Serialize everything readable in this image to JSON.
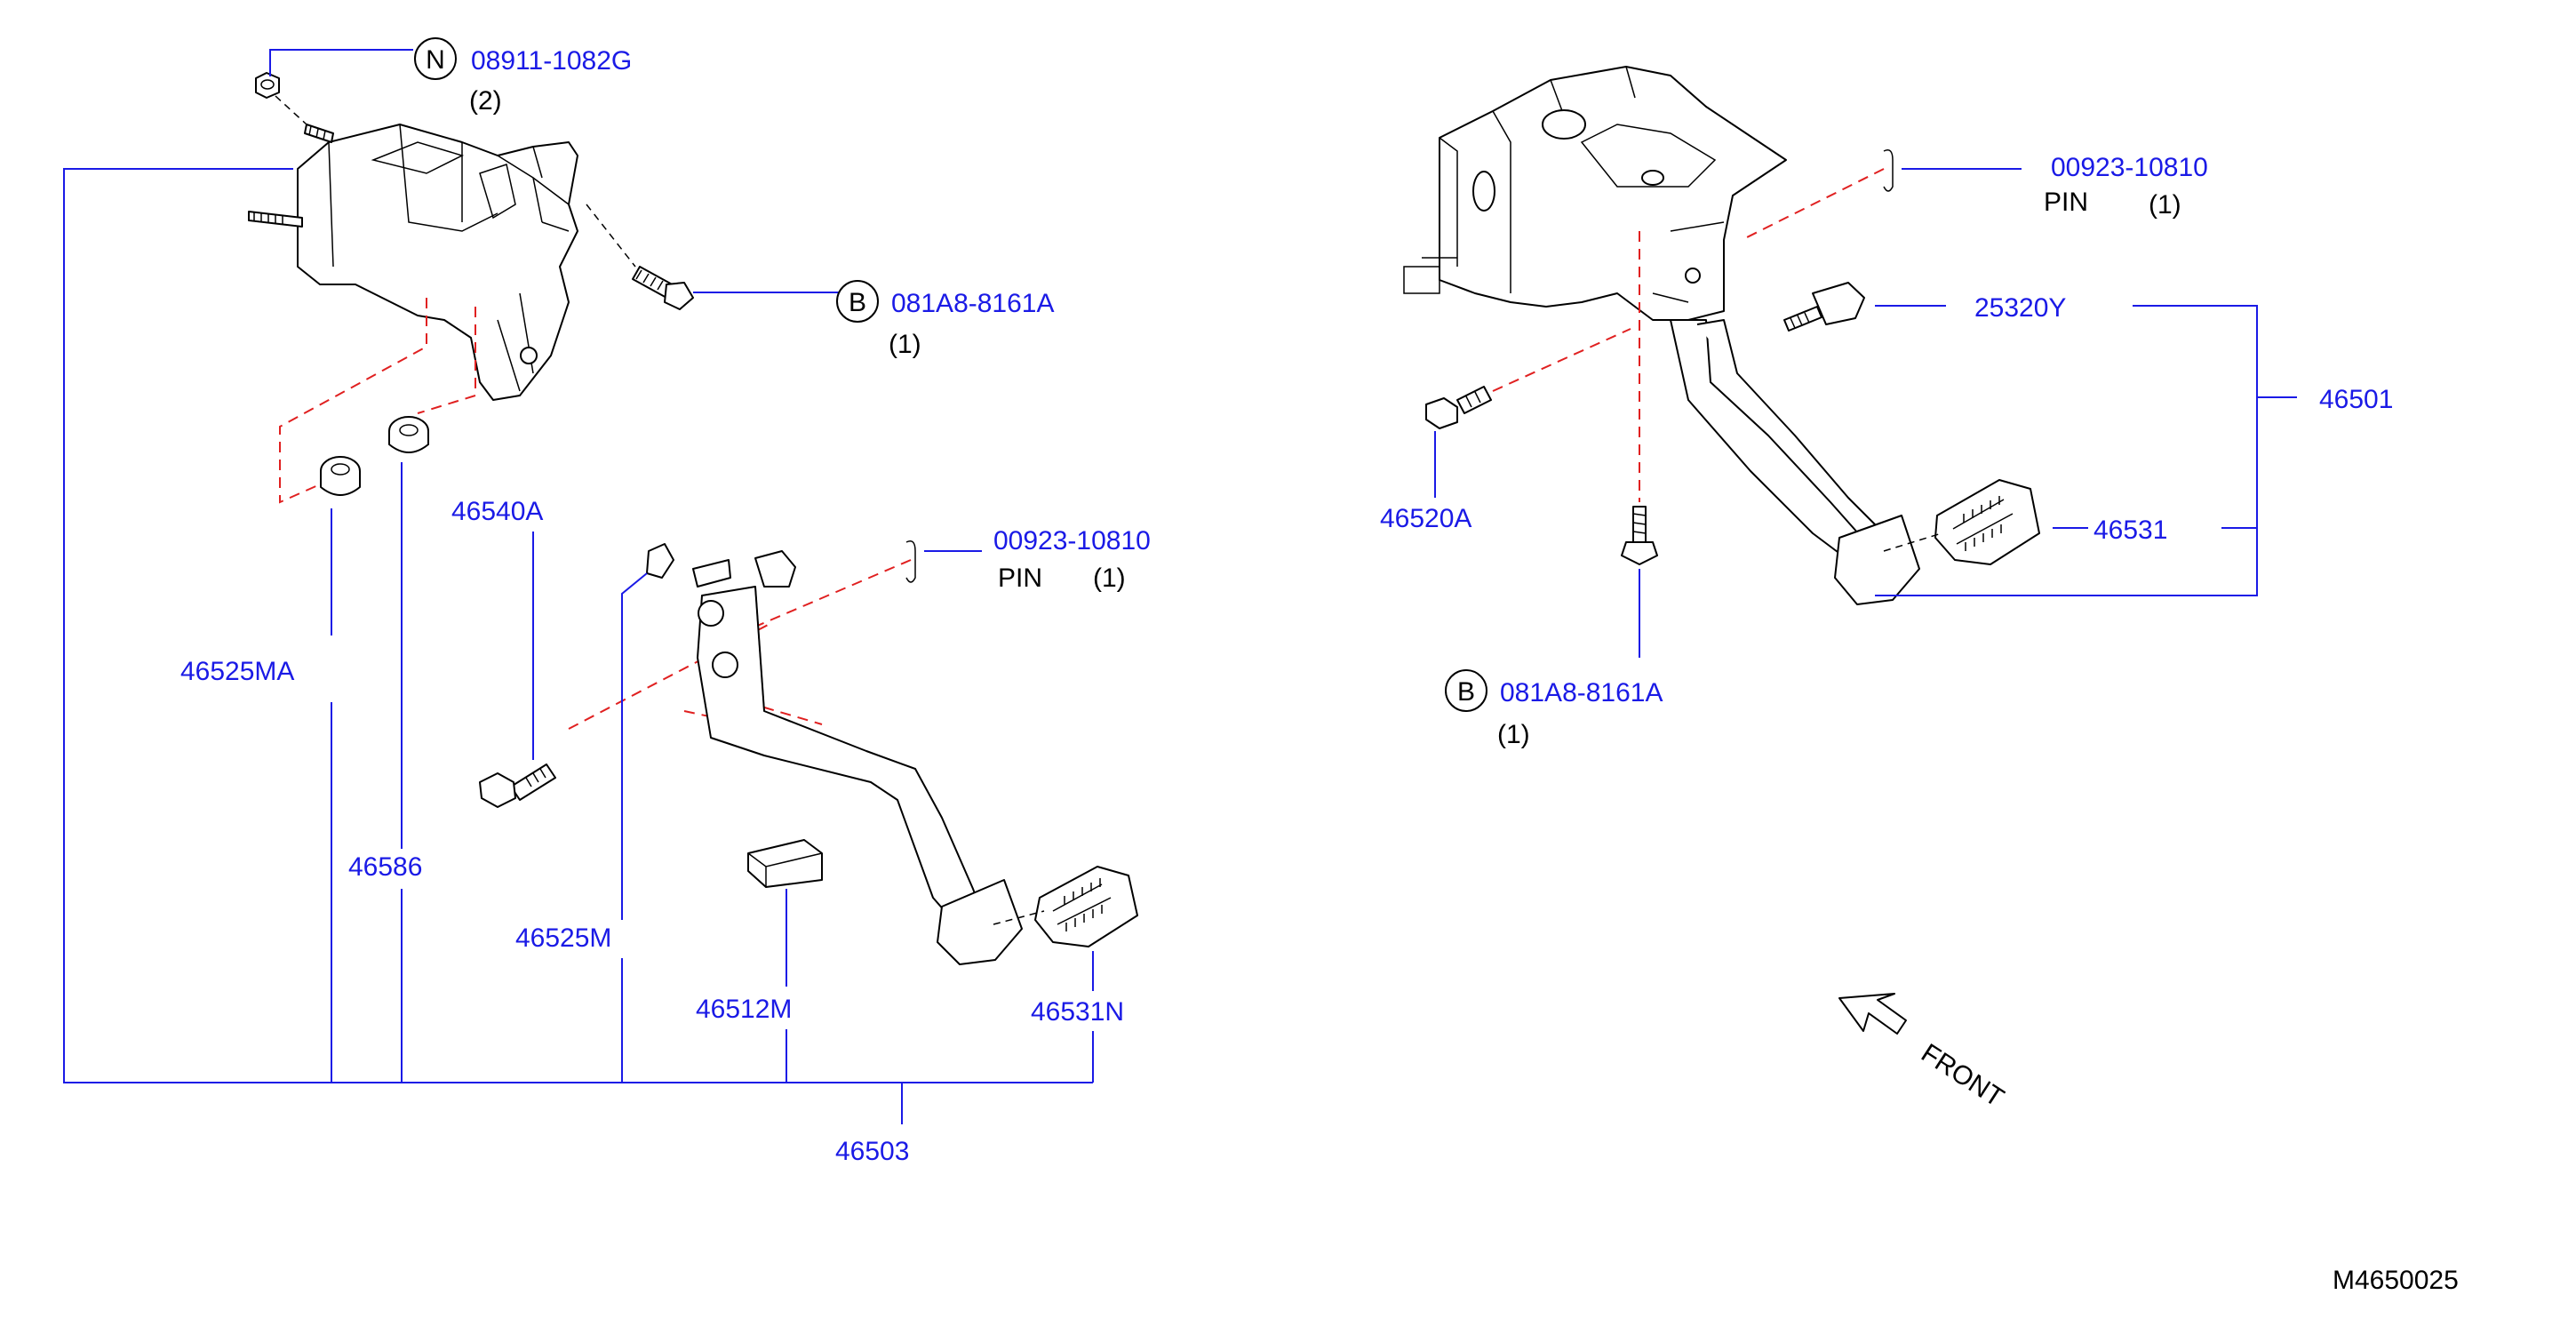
{
  "labels": {
    "nut_symbol": "N",
    "nut_part": "08911-1082G",
    "nut_qty": "(2)",
    "bolt_symbol_left": "B",
    "bolt_part_left": "081A8-8161A",
    "bolt_qty_left": "(1)",
    "pin_part_left": "00923-10810",
    "pin_name_left": "PIN",
    "pin_qty_left": "(1)",
    "p46540A": "46540A",
    "p46525MA": "46525MA",
    "p46586": "46586",
    "p46525M": "46525M",
    "p46512M": "46512M",
    "p46531N": "46531N",
    "p46503": "46503",
    "pin_part_right": "00923-10810",
    "pin_name_right": "PIN",
    "pin_qty_right": "(1)",
    "p25320Y": "25320Y",
    "p46501": "46501",
    "p46520A": "46520A",
    "p46531": "46531",
    "bolt_symbol_right": "B",
    "bolt_part_right": "081A8-8161A",
    "bolt_qty_right": "(1)",
    "front": "FRONT",
    "drawing_id": "M4650025"
  }
}
